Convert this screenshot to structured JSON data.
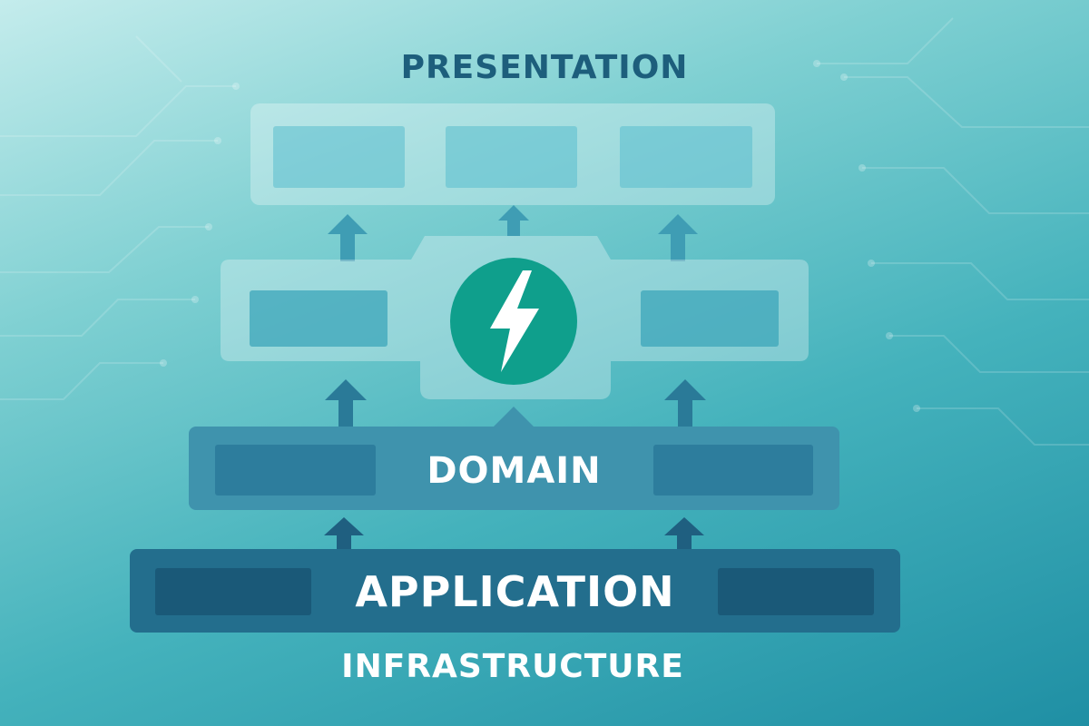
{
  "diagram": {
    "layers": {
      "presentation": "PRESENTATION",
      "domain": "DOMAIN",
      "application": "APPLICATION",
      "infrastructure": "INFRASTRUCTURE"
    },
    "center_icon": "lightning-bolt-icon",
    "colors": {
      "presentation_text": "#1d5e7c",
      "icon_circle": "#0f9f8c",
      "domain_panel": "#3f93ad",
      "application_panel": "#236e8d"
    }
  }
}
